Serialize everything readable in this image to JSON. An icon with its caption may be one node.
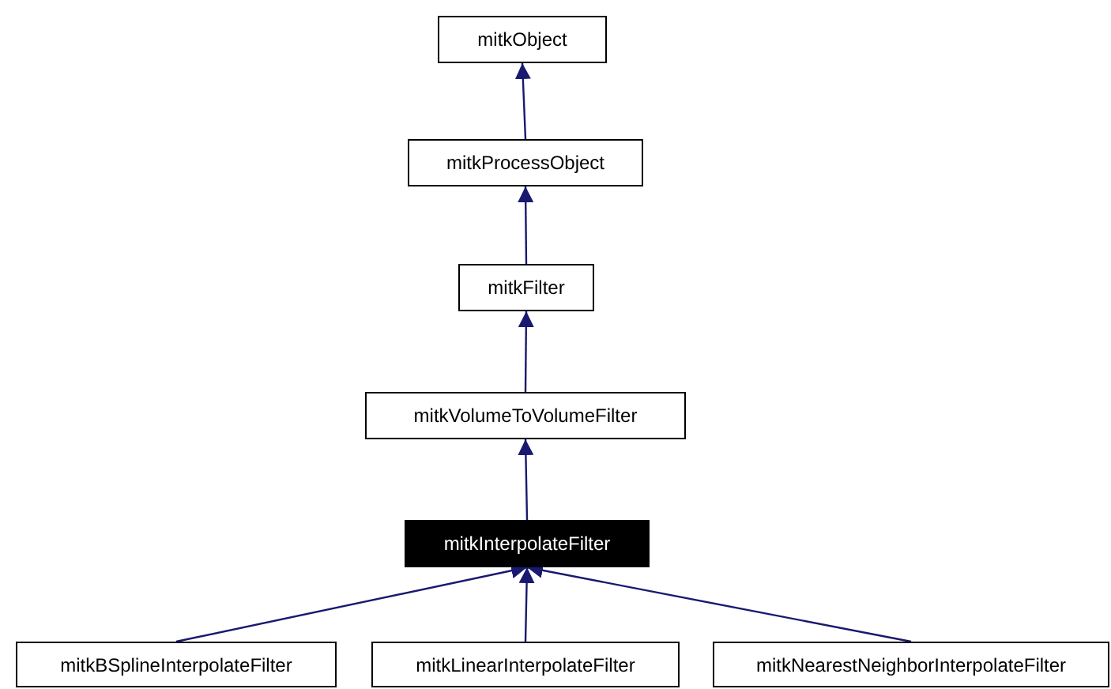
{
  "diagram": {
    "nodes": [
      {
        "text": [
          "mitkObject"
        ]
      },
      {
        "text": [
          "mitkProcessObject"
        ]
      },
      {
        "text": [
          "mitkFilter"
        ]
      },
      {
        "text": [
          "mitkVolumeToVolumeFilter"
        ]
      },
      {
        "text": [
          "mitkInterpolateFilter"
        ]
      },
      {
        "text": [
          "mitkBSplineInterpolateFilter"
        ]
      },
      {
        "text": [
          "mitkLinearInterpolateFilter"
        ]
      },
      {
        "text": [
          "mitkNearestNeighborInterpolateFilter"
        ]
      }
    ],
    "edges": [
      {
        "from": 1,
        "to": 0,
        "arrow": "to"
      },
      {
        "from": 2,
        "to": 1,
        "arrow": "to"
      },
      {
        "from": 3,
        "to": 2,
        "arrow": "to"
      },
      {
        "from": 4,
        "to": 3,
        "arrow": "to"
      },
      {
        "from": 5,
        "to": 4,
        "arrow": "to"
      },
      {
        "from": 6,
        "to": 4,
        "arrow": "to"
      },
      {
        "from": 7,
        "to": 4,
        "arrow": "to"
      }
    ]
  }
}
